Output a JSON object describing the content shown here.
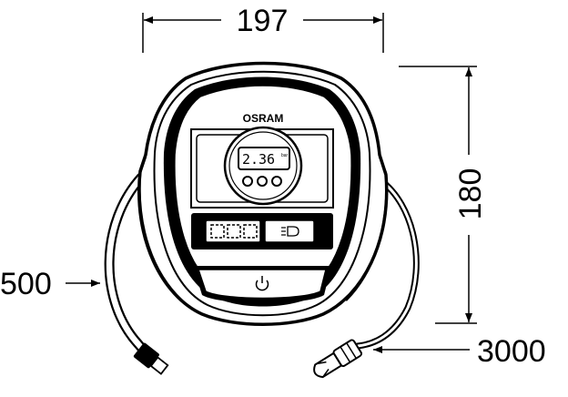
{
  "dimensions": {
    "width": "197",
    "height": "180",
    "hose_length": "500",
    "cable_length": "3000"
  },
  "device": {
    "brand": "OSRAM",
    "display_reading": "2.36",
    "display_unit": "bar"
  }
}
